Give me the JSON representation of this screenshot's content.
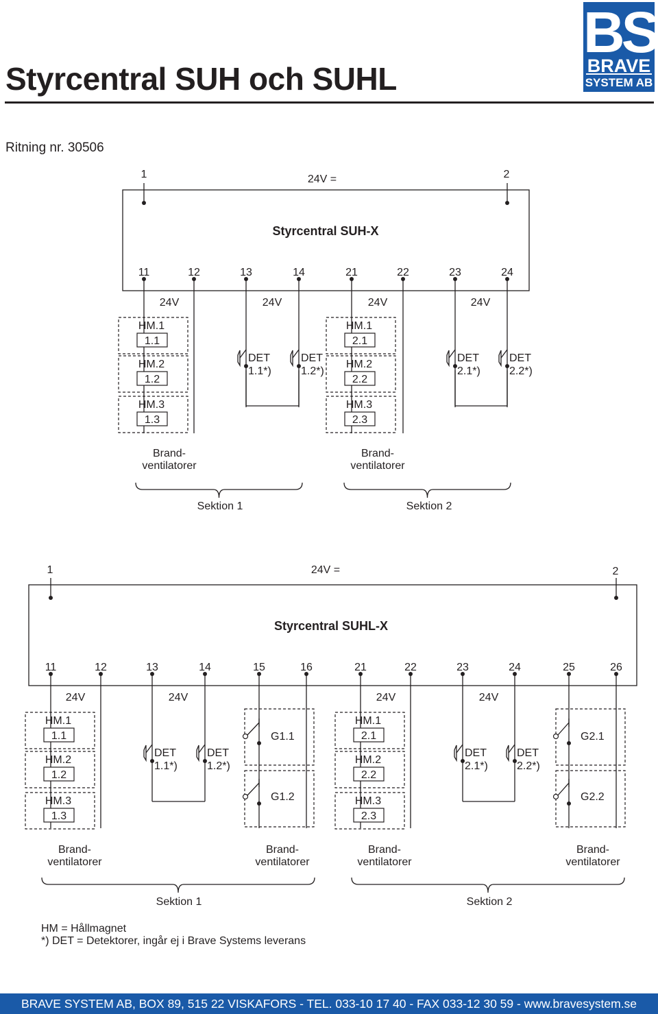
{
  "header": {
    "title": "Styrcentral SUH och SUHL",
    "logo": {
      "big": "BS",
      "brave": "BRAVE",
      "sub": "SYSTEM AB"
    },
    "drawing_number": "Ritning nr. 30506"
  },
  "colors": {
    "brand": "#1a5aa8",
    "ink": "#231f20"
  },
  "suh": {
    "title": "Styrcentral SUH-X",
    "supply": "24V =",
    "supply_terminals": [
      "1",
      "2"
    ],
    "terminals": [
      "11",
      "12",
      "13",
      "14",
      "21",
      "22",
      "23",
      "24"
    ],
    "v24": [
      "24V",
      "24V",
      "24V",
      "24V"
    ],
    "hm_s1": [
      [
        "HM.1",
        "1.1"
      ],
      [
        "HM.2",
        "1.2"
      ],
      [
        "HM.3",
        "1.3"
      ]
    ],
    "hm_s2": [
      [
        "HM.1",
        "2.1"
      ],
      [
        "HM.2",
        "2.2"
      ],
      [
        "HM.3",
        "2.3"
      ]
    ],
    "det": [
      [
        "DET",
        "1.1*)"
      ],
      [
        "DET",
        "1.2*)"
      ],
      [
        "DET",
        "2.1*)"
      ],
      [
        "DET",
        "2.2*)"
      ]
    ],
    "fans": [
      [
        "Brand-",
        "ventilatorer"
      ],
      [
        "Brand-",
        "ventilatorer"
      ]
    ],
    "sections": [
      "Sektion 1",
      "Sektion 2"
    ]
  },
  "suhl": {
    "title": "Styrcentral SUHL-X",
    "supply": "24V =",
    "supply_terminals": [
      "1",
      "2"
    ],
    "terminals": [
      "11",
      "12",
      "13",
      "14",
      "15",
      "16",
      "21",
      "22",
      "23",
      "24",
      "25",
      "26"
    ],
    "v24": [
      "24V",
      "24V",
      "24V",
      "24V"
    ],
    "hm_s1": [
      [
        "HM.1",
        "1.1"
      ],
      [
        "HM.2",
        "1.2"
      ],
      [
        "HM.3",
        "1.3"
      ]
    ],
    "hm_s2": [
      [
        "HM.1",
        "2.1"
      ],
      [
        "HM.2",
        "2.2"
      ],
      [
        "HM.3",
        "2.3"
      ]
    ],
    "det": [
      [
        "DET",
        "1.1*)"
      ],
      [
        "DET",
        "1.2*)"
      ],
      [
        "DET",
        "2.1*)"
      ],
      [
        "DET",
        "2.2*)"
      ]
    ],
    "g": [
      "G1.1",
      "G1.2",
      "G2.1",
      "G2.2"
    ],
    "fans": [
      [
        "Brand-",
        "ventilatorer"
      ],
      [
        "Brand-",
        "ventilatorer"
      ],
      [
        "Brand-",
        "ventilatorer"
      ],
      [
        "Brand-",
        "ventilatorer"
      ]
    ],
    "sections": [
      "Sektion 1",
      "Sektion 2"
    ]
  },
  "legend": {
    "hm": "HM = Hållmagnet",
    "det": "*) DET = Detektorer, ingår ej i Brave Systems leverans"
  },
  "footer": "BRAVE SYSTEM AB, BOX 89, 515 22 VISKAFORS  -  TEL. 033-10 17 40  -  FAX 033-12 30 59  - www.bravesystem.se"
}
